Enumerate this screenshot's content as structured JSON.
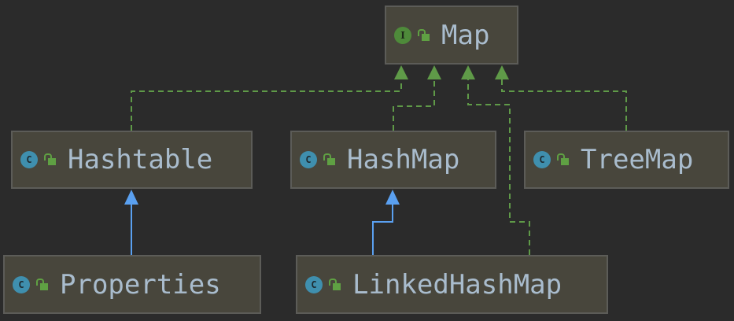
{
  "diagram": {
    "nodes": [
      {
        "id": "map",
        "name": "Map",
        "kind": "interface",
        "badge": "I"
      },
      {
        "id": "hashtable",
        "name": "Hashtable",
        "kind": "class",
        "badge": "C"
      },
      {
        "id": "hashmap",
        "name": "HashMap",
        "kind": "class",
        "badge": "C"
      },
      {
        "id": "treemap",
        "name": "TreeMap",
        "kind": "class",
        "badge": "C"
      },
      {
        "id": "properties",
        "name": "Properties",
        "kind": "class",
        "badge": "C"
      },
      {
        "id": "linkedhashmap",
        "name": "LinkedHashMap",
        "kind": "class",
        "badge": "C"
      }
    ],
    "edges": [
      {
        "from": "Hashtable",
        "to": "Map",
        "type": "implements"
      },
      {
        "from": "HashMap",
        "to": "Map",
        "type": "implements"
      },
      {
        "from": "LinkedHashMap",
        "to": "Map",
        "type": "implements"
      },
      {
        "from": "TreeMap",
        "to": "Map",
        "type": "implements"
      },
      {
        "from": "Properties",
        "to": "Hashtable",
        "type": "extends"
      },
      {
        "from": "LinkedHashMap",
        "to": "HashMap",
        "type": "extends"
      }
    ],
    "colors": {
      "background": "#2b2b2b",
      "implements": "#5f9a48",
      "extends": "#5aa0f0",
      "text": "#a9bccd"
    }
  }
}
